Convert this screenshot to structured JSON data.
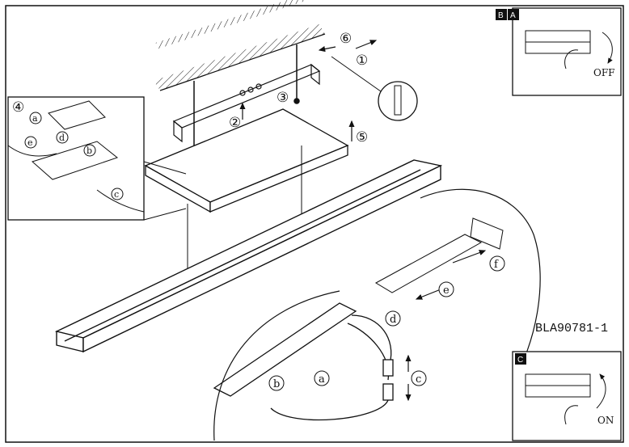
{
  "step_labels": {
    "s1": "①",
    "s2": "②",
    "s3": "③",
    "s4": "④",
    "s5": "⑤",
    "s6": "⑥"
  },
  "sub_labels": {
    "a": "a",
    "b": "b",
    "c": "c",
    "d": "d",
    "e": "e",
    "f": "f"
  },
  "panels": {
    "top_right": {
      "badge_b": "B",
      "badge_a": "A",
      "state_text": "OFF"
    },
    "bottom_right": {
      "badge_c": "C",
      "state_text": "ON"
    }
  },
  "model_number": "BLA90781-1",
  "colors": {
    "line": "#111111",
    "badge_bg": "#111111",
    "badge_fg": "#ffffff"
  }
}
